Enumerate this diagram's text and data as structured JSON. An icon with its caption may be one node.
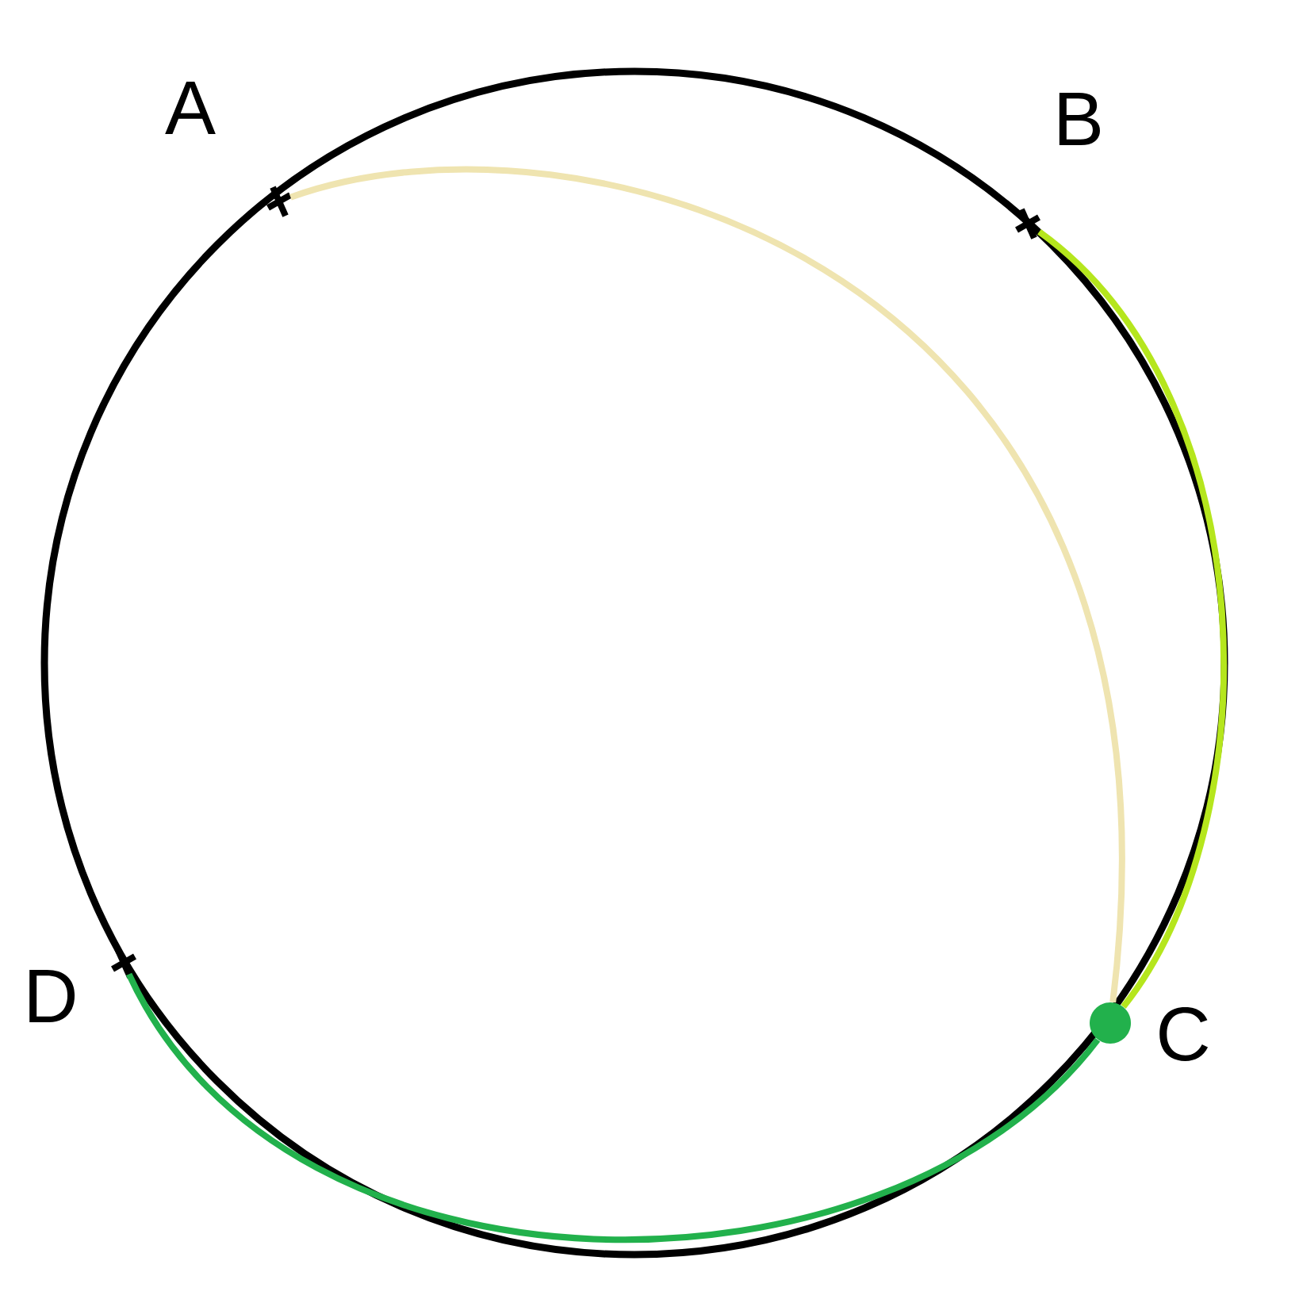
{
  "diagram": {
    "nodes": [
      {
        "text": [],
        "shape": "cross",
        "beside": [
          "A"
        ]
      },
      {
        "text": [],
        "shape": "cross",
        "beside": [
          "B"
        ]
      },
      {
        "text": [],
        "shape": "circle",
        "beside": [
          "C"
        ]
      },
      {
        "text": [],
        "shape": "cross",
        "beside": [
          "D"
        ]
      }
    ],
    "edges": [
      {
        "from": 0,
        "to": 2,
        "arrow": "none",
        "color": "#efe4b0"
      },
      {
        "from": 1,
        "to": 2,
        "arrow": "none",
        "color": "#b5e61d"
      },
      {
        "from": 3,
        "to": 2,
        "arrow": "none",
        "color": "#22b14c"
      }
    ]
  }
}
